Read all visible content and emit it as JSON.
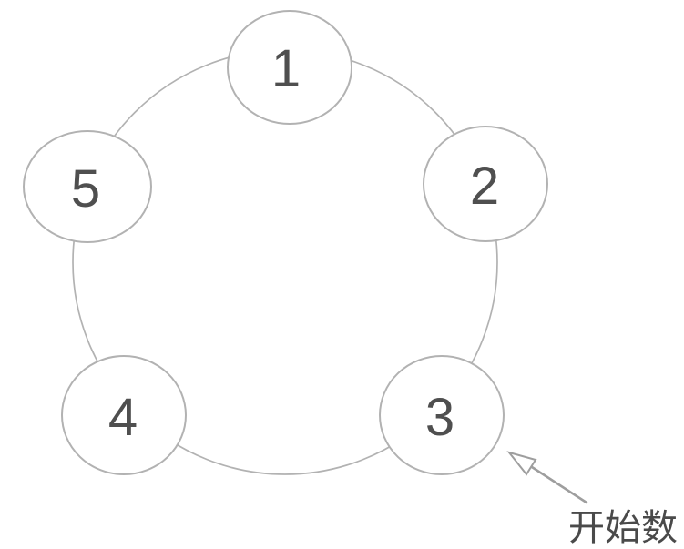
{
  "diagram": {
    "type": "circular-counting-diagram",
    "nodes": [
      {
        "id": 1,
        "label": "1",
        "position": "top"
      },
      {
        "id": 2,
        "label": "2",
        "position": "upper-right"
      },
      {
        "id": 3,
        "label": "3",
        "position": "lower-right"
      },
      {
        "id": 4,
        "label": "4",
        "position": "lower-left"
      },
      {
        "id": 5,
        "label": "5",
        "position": "upper-left"
      }
    ],
    "annotation": {
      "label": "开始数",
      "points_to_node": "3"
    },
    "colors": {
      "stroke": "#b2b2b2",
      "number": "#4f4f4f",
      "arrow": "#9e9e9e",
      "text": "#4a4a4a",
      "background": "#ffffff"
    }
  }
}
